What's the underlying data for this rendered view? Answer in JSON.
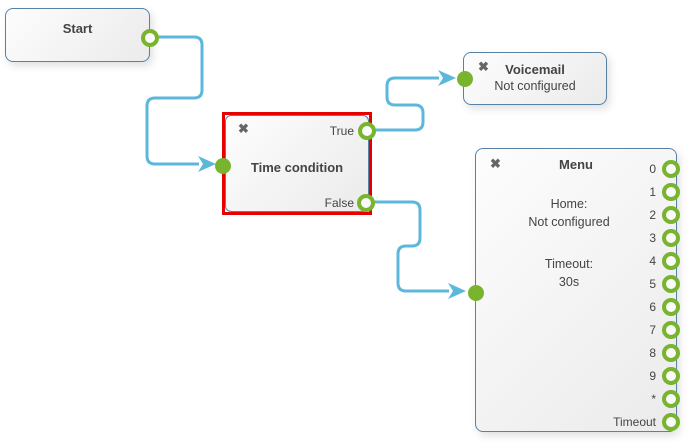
{
  "canvas": {
    "background": "#ffffff"
  },
  "icons": {
    "close": "✖"
  },
  "colors": {
    "port_green": "#79b42e",
    "wire_blue": "#5cb8da",
    "node_border": "#5781a5",
    "selection_red": "#e60000",
    "text": "#444444"
  },
  "nodes": {
    "start": {
      "title": "Start"
    },
    "time_condition": {
      "title": "Time condition",
      "selected": true,
      "output_true_label": "True",
      "output_false_label": "False"
    },
    "voicemail": {
      "title": "Voicemail",
      "status": "Not configured"
    },
    "menu": {
      "title": "Menu",
      "home_label": "Home:",
      "home_value": "Not configured",
      "timeout_label": "Timeout:",
      "timeout_value": "30s",
      "ports": [
        "0",
        "1",
        "2",
        "3",
        "4",
        "5",
        "6",
        "7",
        "8",
        "9",
        "*",
        "Timeout"
      ]
    }
  },
  "connections": [
    {
      "from": "Start",
      "to": "Time condition"
    },
    {
      "from": "Time condition / True",
      "to": "Voicemail"
    },
    {
      "from": "Time condition / False",
      "to": "Menu"
    }
  ]
}
